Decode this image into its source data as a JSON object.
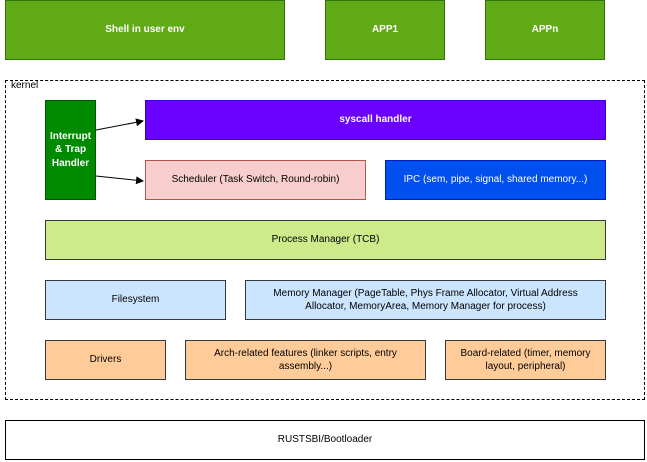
{
  "user_space": {
    "shell": "Shell in user env",
    "app1": "APP1",
    "appn": "APPn"
  },
  "kernel": {
    "label": "kernel",
    "interrupt_handler": "Interrupt & Trap Handler",
    "syscall_handler": "syscall handler",
    "scheduler": "Scheduler (Task Switch, Round-robin)",
    "ipc": "IPC (sem, pipe, signal, shared memory...)",
    "process_manager": "Process Manager (TCB)",
    "filesystem": "Filesystem",
    "memory_manager": "Memory Manager (PageTable, Phys Frame Allocator, Virtual Address Allocator, MemoryArea, Memory Manager for process)",
    "drivers": "Drivers",
    "arch_features": "Arch-related features (linker scripts, entry assembly...)",
    "board_related": "Board-related (timer, memory layout, peripheral)"
  },
  "bootloader": "RUSTSBI/Bootloader",
  "colors": {
    "user_green": "#60a917",
    "interrupt_green": "#008a00",
    "syscall_purple": "#6a00ff",
    "scheduler_pink": "#f8cecc",
    "ipc_blue": "#0050ef",
    "process_green": "#cdeb8b",
    "fs_blue": "#cce5ff",
    "orange": "#ffcc99"
  }
}
